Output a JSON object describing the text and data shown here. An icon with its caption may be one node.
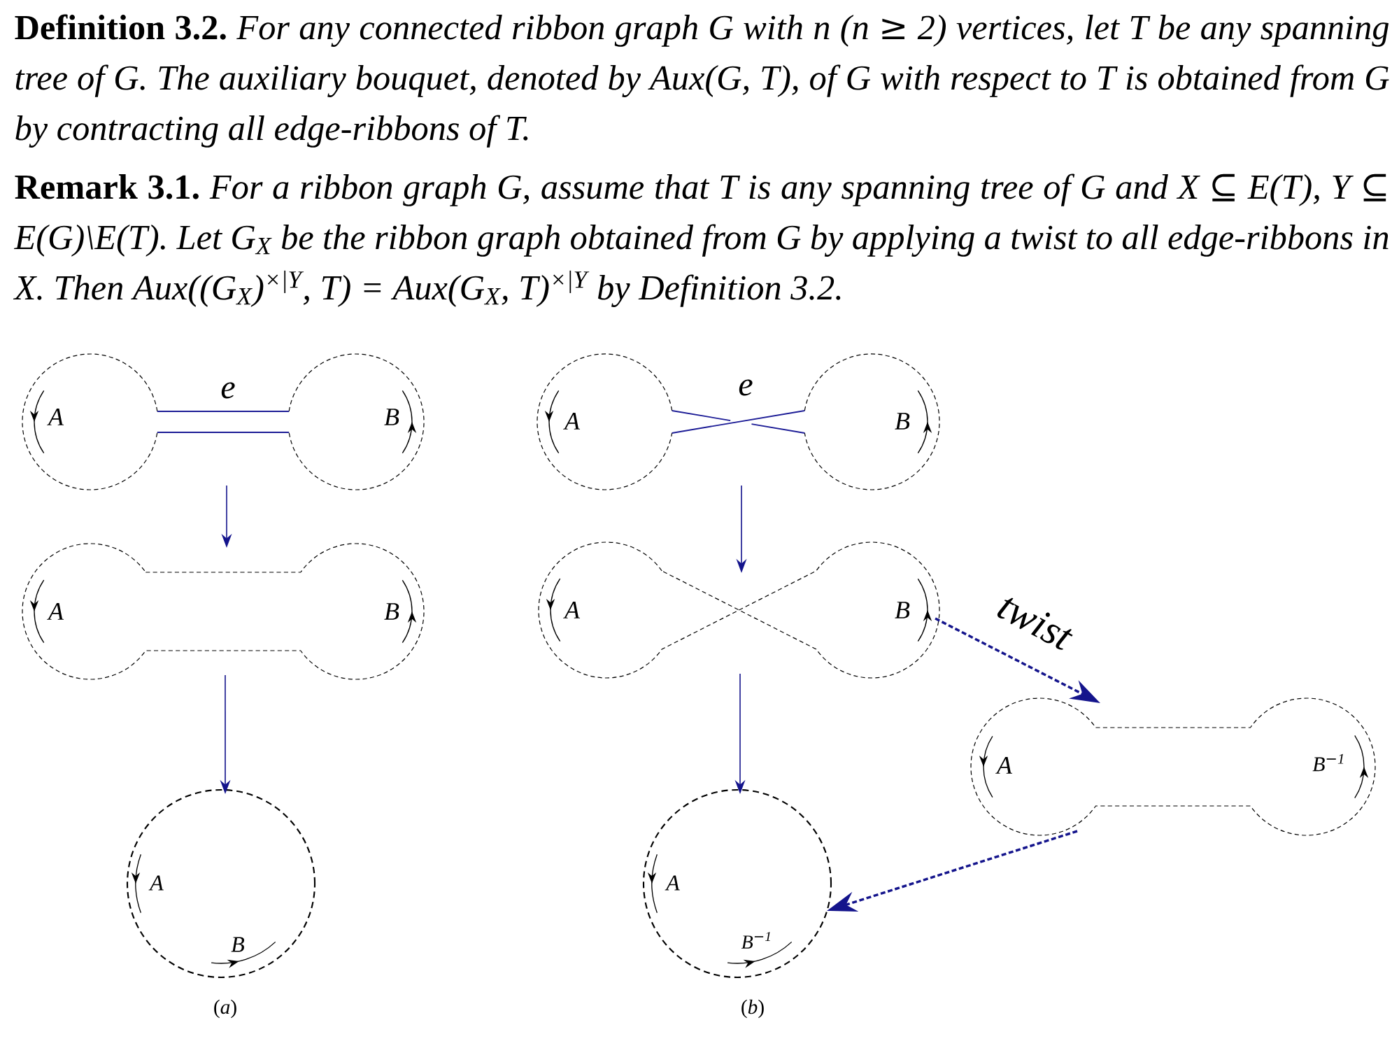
{
  "diagram": {
    "nodes": [
      {
        "text": [
          "e",
          "A",
          "B"
        ]
      },
      {
        "text": [
          "e",
          "A",
          "B"
        ]
      },
      {
        "text": [
          "A",
          "B"
        ]
      },
      {
        "text": [
          "A",
          "B"
        ]
      },
      {
        "text": [
          "A",
          "B$^{−1}$"
        ]
      },
      {
        "text": [
          "A",
          "B"
        ]
      },
      {
        "text": [
          "A",
          "B$^{−1}$"
        ]
      }
    ],
    "edges": [
      {
        "from": 0,
        "to": 2,
        "arrow": "to"
      },
      {
        "from": 1,
        "to": 3,
        "arrow": "to"
      },
      {
        "from": 2,
        "to": 5,
        "arrow": "to"
      },
      {
        "from": 3,
        "to": 6,
        "arrow": "to"
      },
      {
        "from": 3,
        "to": 4,
        "arrow": "to",
        "label": "twist",
        "style": "dashed"
      },
      {
        "from": 4,
        "to": 6,
        "arrow": "to",
        "style": "dashed"
      }
    ],
    "labels": [
      "Definition 3.2.",
      "For any connected ribbon graph G with n (n ≥ 2) vertices, let T be any spanning tree of G. The auxiliary bouquet, denoted by Aux(G, T), of G with respect to T is obtained from G by contracting all edge-ribbons of T.",
      "Remark 3.1.",
      "For a ribbon graph G, assume that T is any spanning tree of G and X ⊆ E(T), Y ⊆ E(G)\\E(T). Let G$_{X}$ be the ribbon graph obtained from G by applying a twist to all edge-ribbons in X. Then Aux((G$_{X}$)$^{×|Y}$, T) = Aux(G$_{X}$, T)$^{×|Y}$ by Definition 3.2.",
      "(*a*)",
      "(*b*)"
    ]
  }
}
